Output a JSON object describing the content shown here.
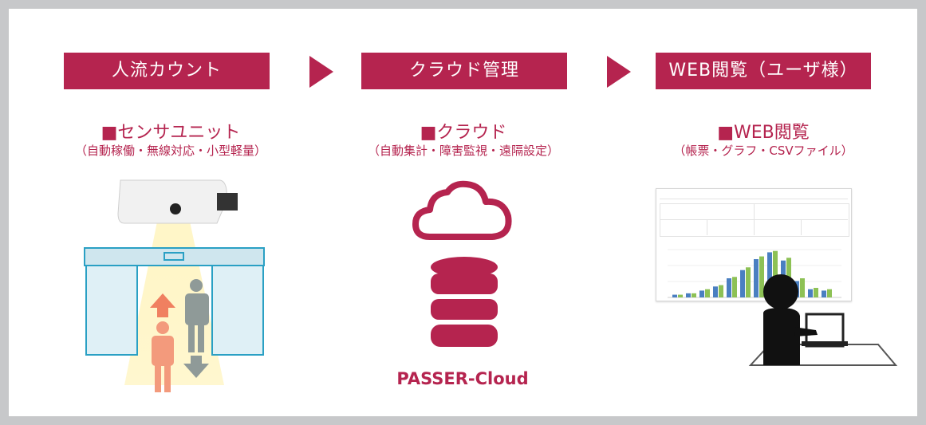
{
  "colors": {
    "accent": "#b5244f",
    "frame": "#c7c8ca"
  },
  "stages": [
    {
      "label": "人流カウント"
    },
    {
      "label": "クラウド管理"
    },
    {
      "label": "WEB閲覧（ユーザ様）"
    }
  ],
  "columns": [
    {
      "title": "■センサユニット",
      "subtitle": "（自動稼働・無線対応・小型軽量）"
    },
    {
      "title": "■クラウド",
      "subtitle": "（自動集計・障害監視・遠隔設定）"
    },
    {
      "title": "■WEB閲覧",
      "subtitle": "（帳票・グラフ・CSVファイル）"
    }
  ],
  "cloud": {
    "label": "PASSER-Cloud"
  },
  "icons": [
    "sensor-unit-icon",
    "cloud-icon",
    "database-icon",
    "web-report-icon",
    "user-at-computer-icon"
  ],
  "report_bar_values": [
    {
      "a": 2,
      "b": 2
    },
    {
      "a": 3,
      "b": 3
    },
    {
      "a": 5,
      "b": 6
    },
    {
      "a": 8,
      "b": 9
    },
    {
      "a": 14,
      "b": 15
    },
    {
      "a": 20,
      "b": 22
    },
    {
      "a": 28,
      "b": 30
    },
    {
      "a": 33,
      "b": 34
    },
    {
      "a": 27,
      "b": 29
    },
    {
      "a": 12,
      "b": 14
    },
    {
      "a": 6,
      "b": 7
    },
    {
      "a": 5,
      "b": 6
    }
  ]
}
